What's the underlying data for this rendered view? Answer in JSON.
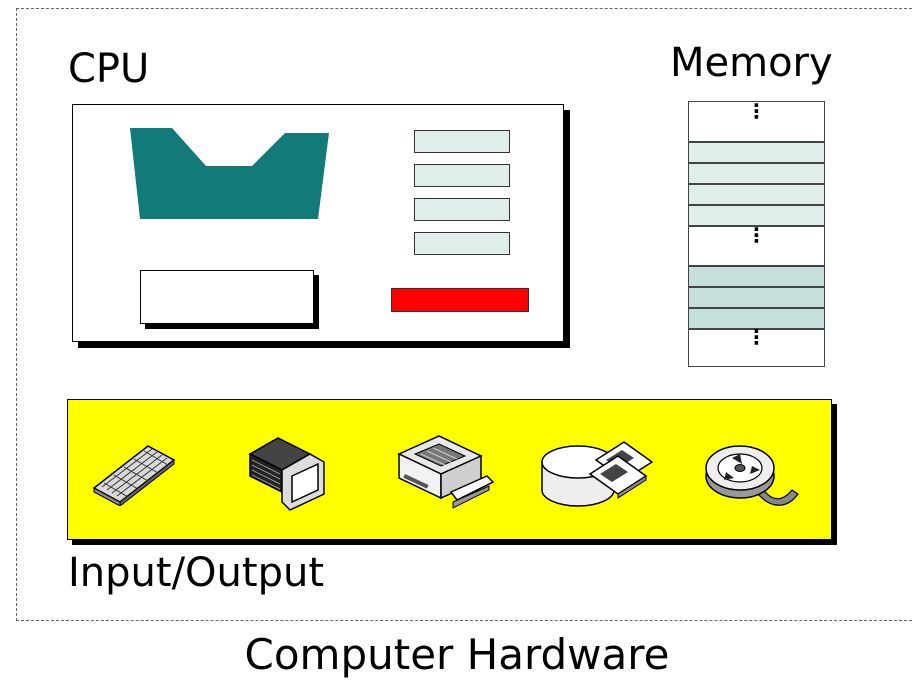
{
  "labels": {
    "cpu": "CPU",
    "memory": "Memory",
    "io": "Input/Output",
    "title": "Computer Hardware"
  },
  "memory": {
    "ellipsis": "⋮"
  },
  "colors": {
    "alu": "#137a7a",
    "register": "#e0eeeb",
    "program_counter": "#ff0000",
    "io_background": "#ffff00"
  },
  "io_devices": [
    "keyboard-icon",
    "computer-icon",
    "printer-icon",
    "disk-drive-icon",
    "tape-reel-icon"
  ]
}
